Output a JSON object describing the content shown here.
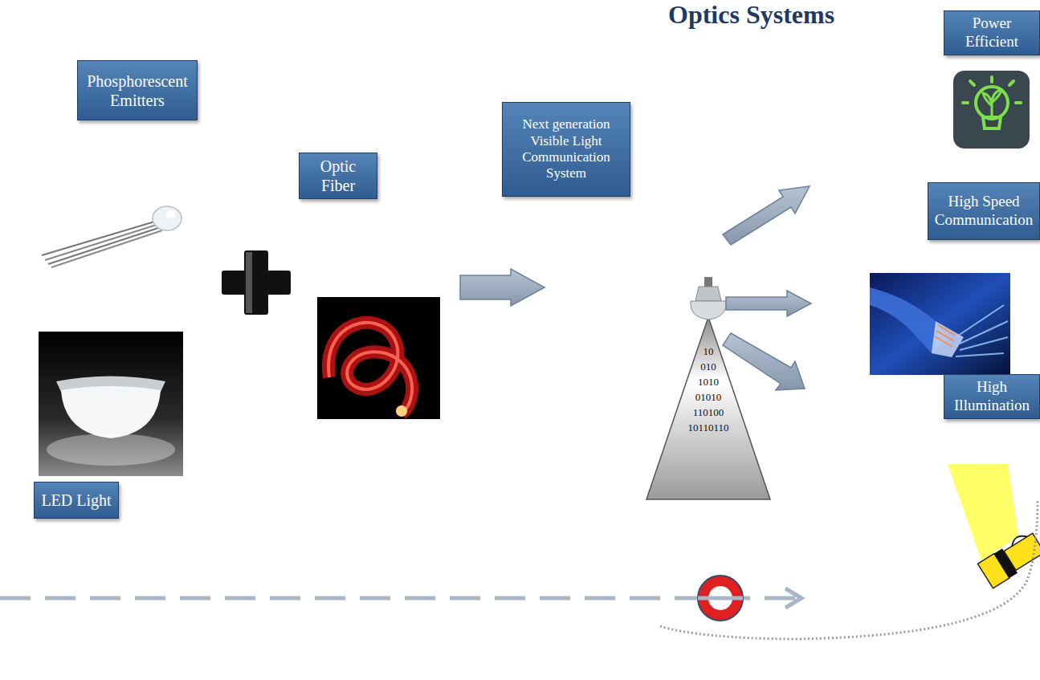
{
  "diagram": {
    "title": "Optics Systems",
    "nodes": [
      {
        "text": [
          "Phosphorescent Emitters"
        ]
      },
      {
        "text": [
          "LED Light"
        ]
      },
      {
        "text": [
          "Optic Fiber"
        ]
      },
      {
        "text": [
          "Next generation Visible Light Communication System"
        ]
      },
      {
        "text": [
          "Power Efficient"
        ]
      },
      {
        "text": [
          "High Speed Communication"
        ]
      },
      {
        "text": [
          "High Illumination"
        ]
      }
    ],
    "labels": [
      "10",
      "010",
      "1010",
      "01010",
      "110100",
      "10110110"
    ]
  }
}
